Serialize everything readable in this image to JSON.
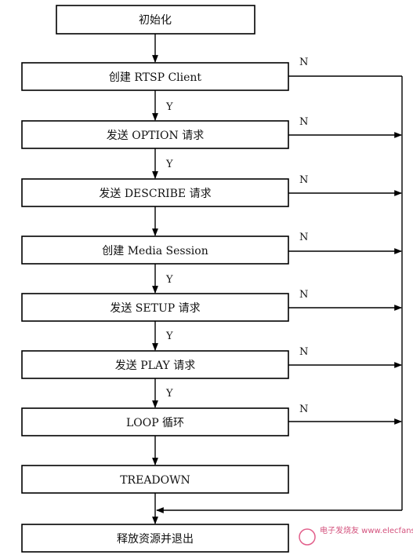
{
  "nodes": [
    {
      "id": "init",
      "label": "初始化"
    },
    {
      "id": "create-client",
      "label": "创建 RTSP Client"
    },
    {
      "id": "send-option",
      "label": "发送 OPTION 请求"
    },
    {
      "id": "send-describe",
      "label": "发送 DESCRIBE 请求"
    },
    {
      "id": "create-session",
      "label": "创建 Media Session"
    },
    {
      "id": "send-setup",
      "label": "发送 SETUP 请求"
    },
    {
      "id": "send-play",
      "label": "发送 PLAY 请求"
    },
    {
      "id": "loop",
      "label": "LOOP 循环"
    },
    {
      "id": "teardown",
      "label": "TREADOWN"
    },
    {
      "id": "release-exit",
      "label": "释放资源并退出"
    }
  ],
  "labels": {
    "yes": "Y",
    "no": "N"
  },
  "watermark": {
    "text": "电子发烧友 www.elecfans.com",
    "color": "#cc3366"
  }
}
